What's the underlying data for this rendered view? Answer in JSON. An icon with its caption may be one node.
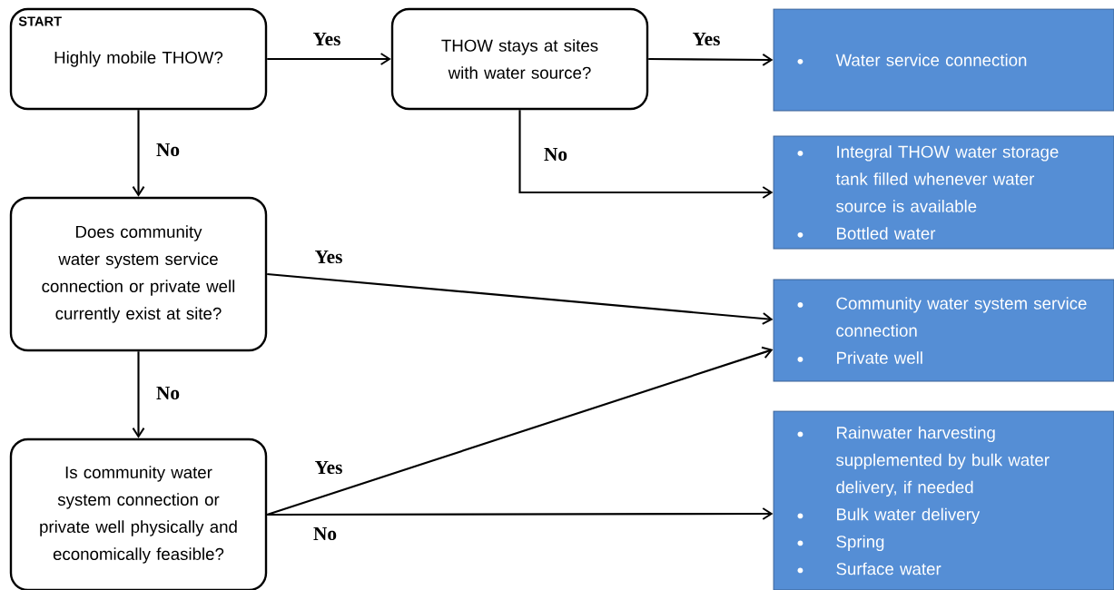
{
  "diagram": {
    "nodes": [
      {
        "text": [
          "START",
          "Highly mobile THOW?"
        ]
      },
      {
        "text": [
          "THOW stays at sites with water source?"
        ]
      },
      {
        "text": [
          "Water service connection"
        ]
      },
      {
        "text": [
          "Integral THOW water storage tank filled whenever water source is available",
          "Bottled water"
        ]
      },
      {
        "text": [
          "Does community water system service connection or private well currently exist at site?"
        ]
      },
      {
        "text": [
          "Community water system service connection",
          "Private well"
        ]
      },
      {
        "text": [
          "Is community water system connection or private well physically and economically feasible?"
        ]
      },
      {
        "text": [
          "Rainwater harvesting supplemented by bulk water delivery, if needed",
          "Bulk water delivery",
          "Spring",
          "Surface water"
        ]
      }
    ],
    "edges": [
      {
        "from": 0,
        "to": 1,
        "arrow": "to",
        "label": "Yes"
      },
      {
        "from": 1,
        "to": 2,
        "arrow": "to",
        "label": "Yes"
      },
      {
        "from": 1,
        "to": 3,
        "arrow": "to",
        "label": "No"
      },
      {
        "from": 0,
        "to": 4,
        "arrow": "to",
        "label": "No"
      },
      {
        "from": 4,
        "to": 5,
        "arrow": "to",
        "label": "Yes"
      },
      {
        "from": 4,
        "to": 6,
        "arrow": "to",
        "label": "No"
      },
      {
        "from": 6,
        "to": 5,
        "arrow": "to",
        "label": "Yes"
      },
      {
        "from": 6,
        "to": 7,
        "arrow": "to",
        "label": "No"
      }
    ]
  }
}
